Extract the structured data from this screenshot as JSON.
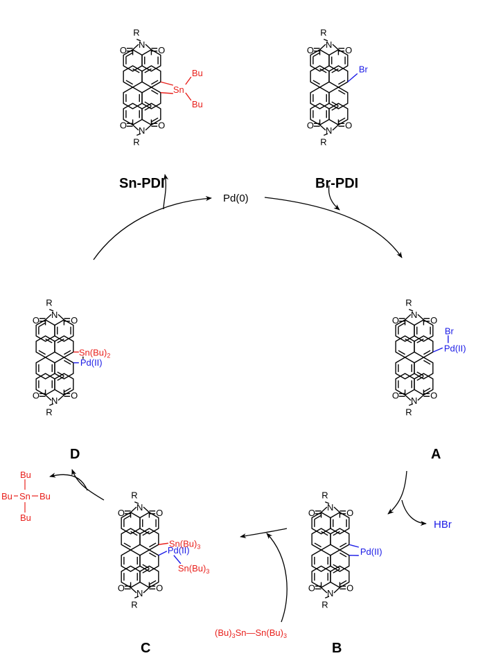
{
  "colors": {
    "black": "#000000",
    "tin": "#e8201c",
    "palladium": "#1a1ae6",
    "background": "#ffffff"
  },
  "atoms": {
    "O": "O",
    "N": "N",
    "R": "R"
  },
  "compounds": {
    "sn_pdi": {
      "label": "Sn-PDI",
      "sn": "Sn",
      "bu1": "Bu",
      "bu2": "Bu"
    },
    "br_pdi": {
      "label": "Br-PDI",
      "br": "Br"
    },
    "a": {
      "label": "A",
      "br": "Br",
      "pd": "Pd(II)"
    },
    "b": {
      "label": "B",
      "pd": "Pd(II)"
    },
    "c": {
      "label": "C",
      "sn_main": "Sn(Bu)",
      "sn_sub": "3",
      "pd": "Pd(II)",
      "sn2_main": "Sn(Bu)",
      "sn2_sub": "3"
    },
    "d": {
      "label": "D",
      "sn_main": "Sn(Bu)",
      "sn_sub": "2",
      "pd": "Pd(II)"
    }
  },
  "catalyst": {
    "label": "Pd(0)"
  },
  "byproducts": {
    "hbr": "HBr",
    "tetrabutyltin": {
      "center": "Sn",
      "top": "Bu",
      "left": "Bu",
      "right": "Bu",
      "bottom": "Bu"
    }
  },
  "reagent": {
    "left": "(Bu)",
    "left_sub": "3",
    "left_sn": "Sn",
    "dash": "—",
    "right": "Sn(Bu)",
    "right_sub": "3"
  }
}
